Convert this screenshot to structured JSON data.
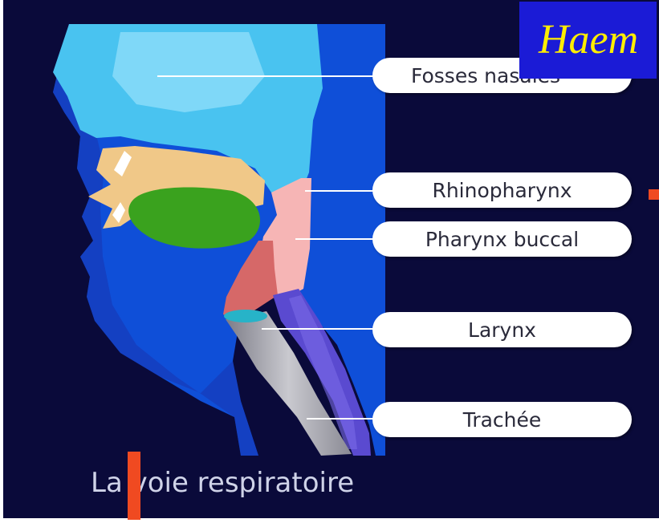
{
  "title_fragment": "Haem",
  "caption": "La voie respiratoire",
  "labels": {
    "fosses_nasales": "Fosses nasales",
    "rhinopharynx": "Rhinopharynx",
    "pharynx_buccal": "Pharynx buccal",
    "larynx": "Larynx",
    "trachee": "Trachée"
  },
  "colors": {
    "background": "#0a0a3a",
    "head_panel": "#0f4fd8",
    "nasal": "#49c3f0",
    "palate": "#f0c888",
    "tongue": "#3aa21e",
    "pharynx": "#f6b5b5",
    "larynx": "#d66868",
    "trachea": "#a9a9b0",
    "esophagus": "#5a4ad0",
    "title_bg": "#1b1bd6",
    "title_text": "#ffee00",
    "accent": "#f04a21"
  }
}
